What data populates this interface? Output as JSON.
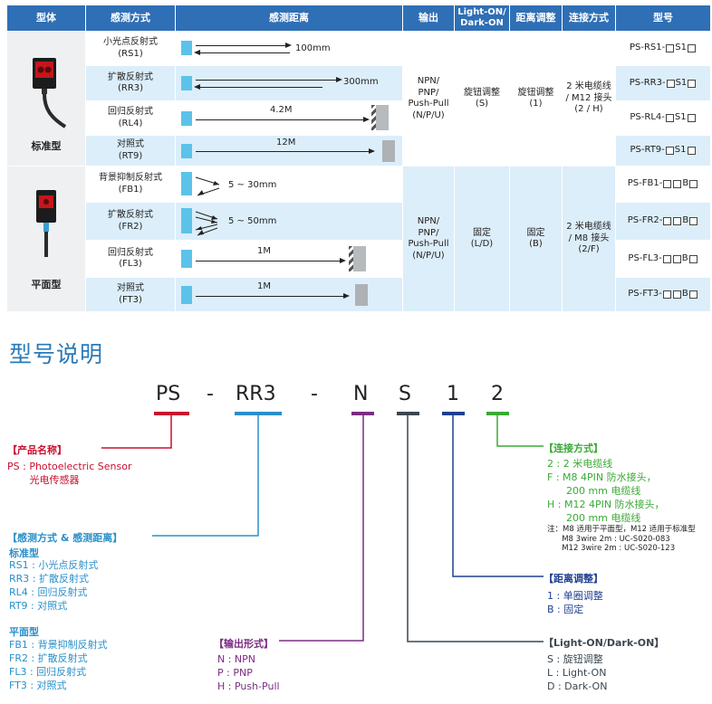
{
  "table": {
    "headers": {
      "type": "型体",
      "method": "感测方式",
      "distance": "感测距离",
      "output": "输出",
      "light_dark": "Light-ON/\nDark-ON",
      "adjust": "距离调整",
      "connection": "连接方式",
      "model": "型号"
    },
    "groups": [
      {
        "name": "标准型",
        "output": "NPN/\nPNP/\nPush-Pull\n(N/P/U)",
        "light_dark": "旋钮调整\n(S)",
        "adjust": "旋钮调整\n(1)",
        "connection": "2 米电缆线\n/ M12 接头\n(2 / H)",
        "rows": [
          {
            "method": "小光点反射式\n(RS1)",
            "distance": "100mm",
            "model_prefix": "PS-RS1-",
            "model_mid": "S1"
          },
          {
            "method": "扩散反射式\n(RR3)",
            "distance": "300mm",
            "model_prefix": "PS-RR3-",
            "model_mid": "S1"
          },
          {
            "method": "回归反射式\n(RL4)",
            "distance": "4.2M",
            "model_prefix": "PS-RL4-",
            "model_mid": "S1"
          },
          {
            "method": "对照式\n(RT9)",
            "distance": "12M",
            "model_prefix": "PS-RT9-",
            "model_mid": "S1"
          }
        ]
      },
      {
        "name": "平面型",
        "output": "NPN/\nPNP/\nPush-Pull\n(N/P/U)",
        "light_dark": "固定\n(L/D)",
        "adjust": "固定\n(B)",
        "connection": "2 米电缆线\n/ M8 接头\n(2/F)",
        "rows": [
          {
            "method": "背景抑制反射式\n(FB1)",
            "distance": "5 ~ 30mm",
            "model_prefix": "PS-FB1-",
            "model_mid": "B"
          },
          {
            "method": "扩散反射式\n(FR2)",
            "distance": "5 ~ 50mm",
            "model_prefix": "PS-FR2-",
            "model_mid": "B"
          },
          {
            "method": "回归反射式\n(FL3)",
            "distance": "1M",
            "model_prefix": "PS-FL3-",
            "model_mid": "B"
          },
          {
            "method": "对照式\n(FT3)",
            "distance": "1M",
            "model_prefix": "PS-FT3-",
            "model_mid": "B"
          }
        ]
      }
    ]
  },
  "explain": {
    "title": "型号说明",
    "code": [
      "PS",
      "-",
      "RR3",
      "-",
      "N",
      "S",
      "1",
      "2"
    ],
    "colors": {
      "red": "#c8102e",
      "blue": "#2a8fc9",
      "purple": "#7b2c83",
      "dark": "#3a4650",
      "navy": "#1f3f8f",
      "green": "#3aaa35"
    },
    "product": {
      "title": "【产品名称】",
      "lines": "PS : Photoelectric Sensor\n       光电传感器"
    },
    "method": {
      "title": "【感测方式 & 感测距离】",
      "std_title": "标准型",
      "std_lines": "RS1 : 小光点反射式\nRR3 : 扩散反射式\nRL4 : 回归反射式\nRT9 : 对照式",
      "flat_title": "平面型",
      "flat_lines": "FB1 : 背景抑制反射式\nFR2 : 扩散反射式\nFL3 : 回归反射式\nFT3 : 对照式"
    },
    "output": {
      "title": "【输出形式】",
      "lines": "N : NPN\nP : PNP\nH : Push-Pull"
    },
    "connection": {
      "title": "【连接方式】",
      "lines": "2 : 2 米电缆线\nF : M8 4PIN 防水接头，\n      200 mm 电缆线\nH : M12 4PIN 防水接头，\n      200 mm 电缆线",
      "note": "注：M8 适用于平面型，M12 适用于标准型\n      M8 3wire 2m : UC-S020-083\n      M12 3wire 2m : UC-S020-123"
    },
    "adjust": {
      "title": "【距离调整】",
      "lines": "1 : 单圈调整\nB : 固定"
    },
    "lightdark": {
      "title": "【Light-ON/Dark-ON】",
      "lines": "S : 旋钮调整\nL : Light-ON\nD : Dark-ON"
    }
  }
}
